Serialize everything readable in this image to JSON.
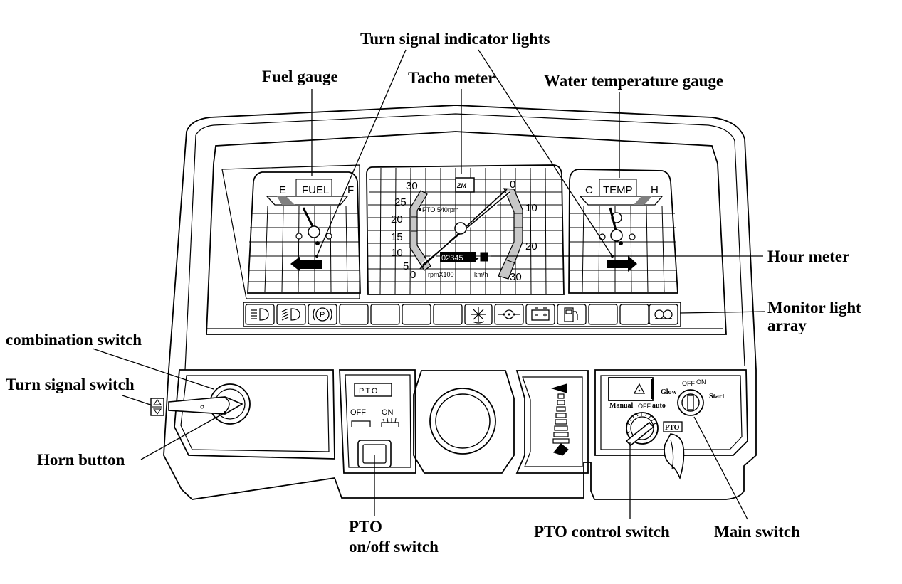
{
  "labels": {
    "turn_signal_indicator_lights": "Turn signal indicator lights",
    "fuel_gauge": "Fuel gauge",
    "tacho_meter": "Tacho meter",
    "water_temperature_gauge": "Water temperature gauge",
    "hour_meter": "Hour meter",
    "monitor_light_array_line1": "Monitor light",
    "monitor_light_array_line2": "array",
    "combination_switch": "combination switch",
    "turn_signal_switch": "Turn signal switch",
    "horn_button": "Horn button",
    "pto_onoff_switch_line1": "PTO",
    "pto_onoff_switch_line2": "on/off switch",
    "pto_control_switch": "PTO control switch",
    "main_switch": "Main switch"
  },
  "fuel": {
    "title": "FUEL",
    "empty": "E",
    "full": "F"
  },
  "temp": {
    "title": "TEMP",
    "cold": "C",
    "hot": "H"
  },
  "tacho": {
    "logo": "ZM",
    "rpm_scale": [
      "30",
      "25",
      "20",
      "15",
      "10",
      "5",
      "0"
    ],
    "speed_scale": [
      "0",
      "10",
      "20",
      "30"
    ],
    "pto_mark": "PTO 540rpm",
    "rpm_unit": "rpmX100",
    "speed_unit": "km/h",
    "hour_meter_value": "02345"
  },
  "pto_panel": {
    "badge": "PTO",
    "off": "OFF",
    "on": "ON"
  },
  "ignition": {
    "glow": "Glow",
    "start": "Start",
    "off": "OFF",
    "on": "ON",
    "manual": "Manual",
    "pto_off": "OFF",
    "auto": "auto",
    "pto_badge": "PTO"
  }
}
